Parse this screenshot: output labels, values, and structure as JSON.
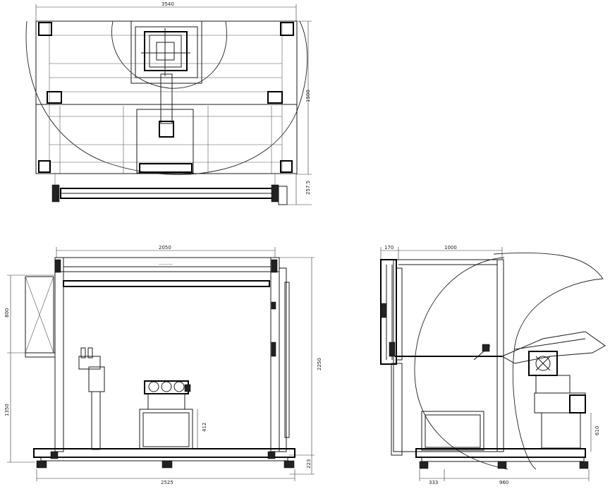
{
  "dimensions": {
    "top_width": "3540",
    "top_height": "1500",
    "top_offset": "257.5",
    "front_width_upper": "2050",
    "front_height_total": "2250",
    "front_upper_left": "800",
    "front_lower_left": "1350",
    "front_base_right": "223",
    "front_fixture_height": "412",
    "front_base_width": "2525",
    "side_top_left": "170",
    "side_top_width": "1000",
    "side_box_height": "610",
    "side_bottom_left": "333",
    "side_bottom_right": "960"
  }
}
